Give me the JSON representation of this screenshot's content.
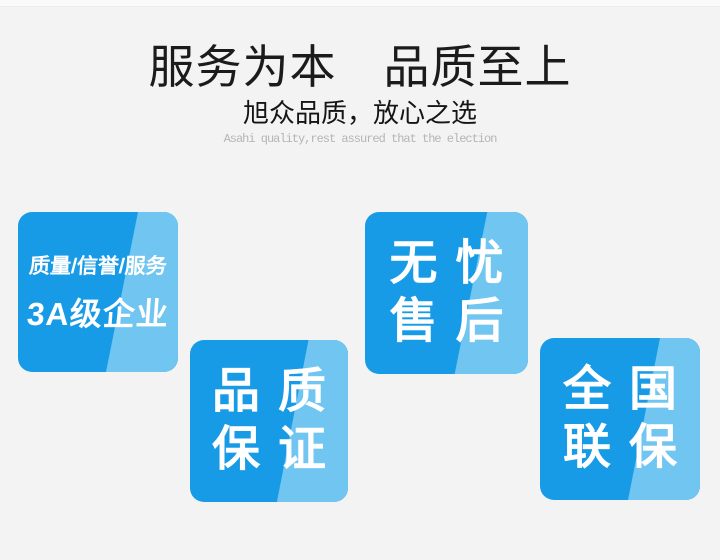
{
  "colors": {
    "page_bg": "#f3f3f3",
    "strip_bg": "#fafafa",
    "badge_dark": "#189be6",
    "badge_light": "#70c5f1",
    "badge_text": "#ffffff",
    "title_color": "#1b1b1b",
    "subtitle_color": "#151515",
    "subtitle_en_color": "#b5b5b5"
  },
  "header": {
    "title": "服务为本　品质至上",
    "subtitle": "旭众品质，放心之选",
    "subtitle_en": "Asahi quality,rest assured that the election"
  },
  "badges": [
    {
      "name": "3a-enterprise",
      "line1": "质量/信誉/服务",
      "line2": "3A级企业"
    },
    {
      "name": "quality-assurance",
      "line1": "品质",
      "line2": "保证"
    },
    {
      "name": "worry-free-aftersales",
      "line1": "无忧",
      "line2": "售后"
    },
    {
      "name": "nationwide-warranty",
      "line1": "全国",
      "line2": "联保"
    }
  ]
}
